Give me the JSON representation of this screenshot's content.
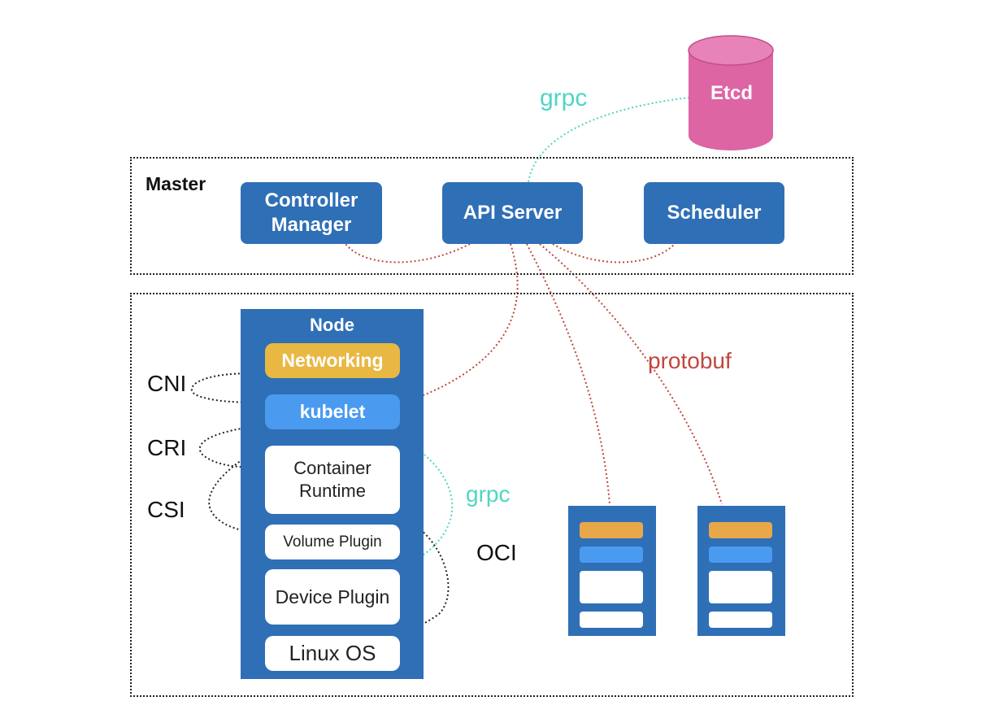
{
  "labels": {
    "grpc_top": "grpc",
    "grpc_side": "grpc",
    "protobuf": "protobuf",
    "oci": "OCI"
  },
  "etcd": {
    "label": "Etcd"
  },
  "master": {
    "title": "Master",
    "controller_manager": "Controller Manager",
    "api_server": "API Server",
    "scheduler": "Scheduler"
  },
  "node": {
    "title": "Node",
    "networking": "Networking",
    "kubelet": "kubelet",
    "container_runtime": "Container Runtime",
    "volume_plugin": "Volume Plugin",
    "device_plugin": "Device Plugin",
    "linux_os": "Linux OS"
  },
  "interfaces": {
    "cni": "CNI",
    "cri": "CRI",
    "csi": "CSI"
  },
  "colors": {
    "component_blue": "#2f6fb6",
    "networking_yellow": "#e8b843",
    "kubelet_blue": "#4a9bf0",
    "etcd_pink": "#dd65a4",
    "grpc_teal": "#4fd6c4",
    "protobuf_red": "#c0473d"
  }
}
